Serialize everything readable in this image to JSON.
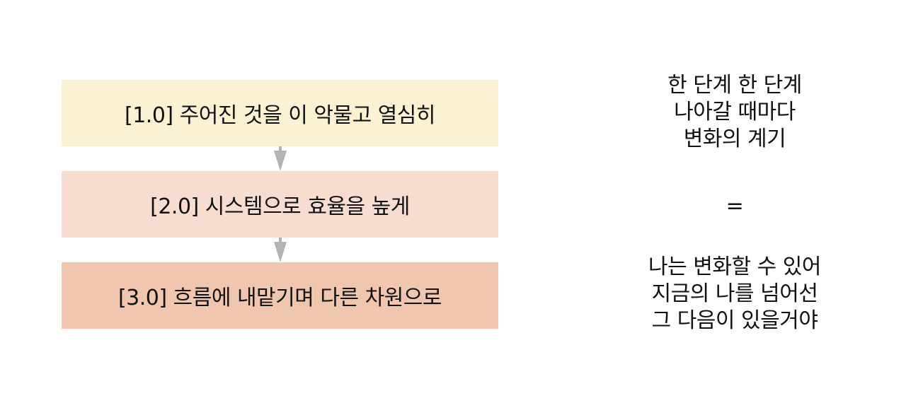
{
  "diagram": {
    "steps": [
      {
        "label": "[1.0] 주어진 것을 이 악물고 열심히",
        "color": "#FCF1D2"
      },
      {
        "label": "[2.0] 시스템으로 효율을 높게",
        "color": "#F6DDD0"
      },
      {
        "label": "[3.0] 흐름에 내맡기며 다른 차원으로",
        "color": "#F0C6AF"
      }
    ],
    "arrow_color": "#B3B3B3"
  },
  "side_text": {
    "top_lines": [
      "한 단계 한 단계",
      "나아갈 때마다",
      "변화의 계기"
    ],
    "equals": "=",
    "bottom_lines": [
      "나는 변화할 수 있어",
      "지금의 나를 넘어선",
      "그 다음이 있을거야"
    ]
  }
}
